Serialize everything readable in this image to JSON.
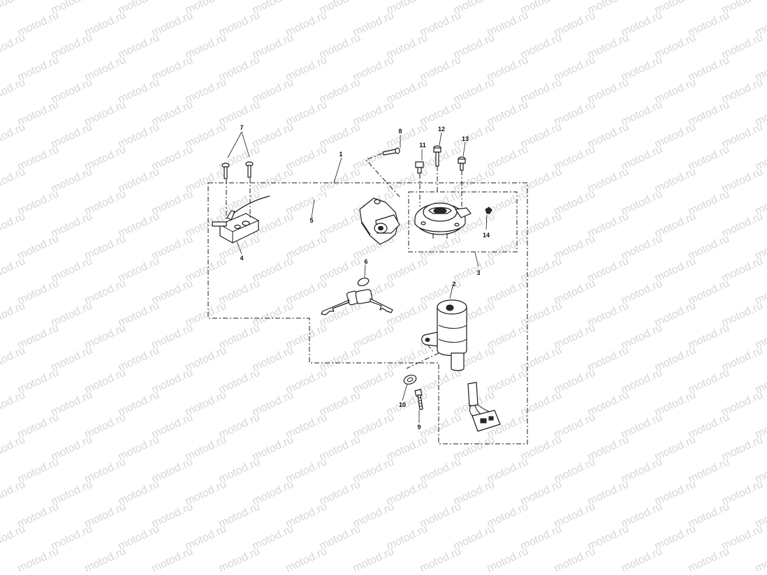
{
  "watermark": {
    "text": "motod.ru",
    "color": "#d6d6d6"
  },
  "diagram": {
    "callouts": {
      "c1": "1",
      "c2": "2",
      "c3": "3",
      "c4": "4",
      "c5": "5",
      "c6": "6",
      "c7": "7",
      "c8": "8",
      "c9": "9",
      "c10": "10",
      "c11": "11",
      "c12": "12",
      "c13": "13",
      "c14": "14"
    }
  }
}
